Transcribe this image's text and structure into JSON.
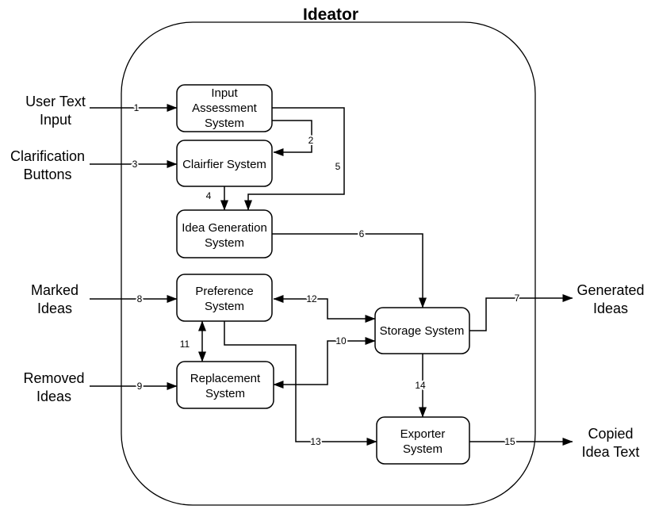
{
  "diagram_title": "Ideator",
  "colors": {
    "stroke": "#000000",
    "background": "#ffffff",
    "box_fill": "#ffffff",
    "text": "#000000"
  },
  "systems": {
    "input_assessment": {
      "lines": [
        "Input",
        "Assessment",
        "System"
      ]
    },
    "clairfier": {
      "lines": [
        "Clairfier System"
      ]
    },
    "idea_generation": {
      "lines": [
        "Idea Generation",
        "System"
      ]
    },
    "preference": {
      "lines": [
        "Preference",
        "System"
      ]
    },
    "replacement": {
      "lines": [
        "Replacement",
        "System"
      ]
    },
    "storage": {
      "lines": [
        "Storage System"
      ]
    },
    "exporter": {
      "lines": [
        "Exporter",
        "System"
      ]
    }
  },
  "external_labels": {
    "user_text_input": {
      "lines": [
        "User Text",
        "Input"
      ]
    },
    "clarification_buttons": {
      "lines": [
        "Clarification",
        "Buttons"
      ]
    },
    "marked_ideas": {
      "lines": [
        "Marked",
        "Ideas"
      ]
    },
    "removed_ideas": {
      "lines": [
        "Removed",
        "Ideas"
      ]
    },
    "generated_ideas": {
      "lines": [
        "Generated",
        "Ideas"
      ]
    },
    "copied_idea_text": {
      "lines": [
        "Copied",
        "Idea Text"
      ]
    }
  },
  "flows": {
    "f1": {
      "number": "1",
      "from": "User Text Input",
      "to": "Input Assessment System",
      "direction": "one-way"
    },
    "f2": {
      "number": "2",
      "from": "Input Assessment System",
      "to": "Clairfier System",
      "direction": "one-way"
    },
    "f3": {
      "number": "3",
      "from": "Clarification Buttons",
      "to": "Clairfier System",
      "direction": "one-way"
    },
    "f4": {
      "number": "4",
      "from": "Clairfier System",
      "to": "Idea Generation System",
      "direction": "one-way"
    },
    "f5": {
      "number": "5",
      "from": "Input Assessment System",
      "to": "Idea Generation System",
      "direction": "one-way"
    },
    "f6": {
      "number": "6",
      "from": "Idea Generation System",
      "to": "Storage System",
      "direction": "one-way"
    },
    "f7": {
      "number": "7",
      "from": "Storage System",
      "to": "Generated Ideas",
      "direction": "one-way"
    },
    "f8": {
      "number": "8",
      "from": "Marked Ideas",
      "to": "Preference System",
      "direction": "one-way"
    },
    "f9": {
      "number": "9",
      "from": "Removed Ideas",
      "to": "Replacement System",
      "direction": "one-way"
    },
    "f10": {
      "number": "10",
      "from": "Replacement System",
      "to": "Storage System",
      "direction": "bidirectional"
    },
    "f11": {
      "number": "11",
      "from": "Preference System",
      "to": "Replacement System",
      "direction": "bidirectional"
    },
    "f12": {
      "number": "12",
      "from": "Preference System",
      "to": "Storage System",
      "direction": "bidirectional"
    },
    "f13": {
      "number": "13",
      "from": "Preference System",
      "to": "Exporter System",
      "direction": "one-way"
    },
    "f14": {
      "number": "14",
      "from": "Storage System",
      "to": "Exporter System",
      "direction": "one-way"
    },
    "f15": {
      "number": "15",
      "from": "Exporter System",
      "to": "Copied Idea Text",
      "direction": "one-way"
    }
  }
}
